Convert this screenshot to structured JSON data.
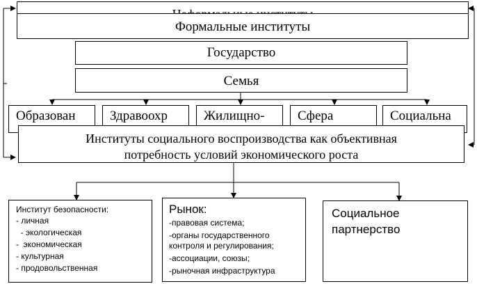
{
  "diagram": {
    "informal_institutions": "Неформальные институты",
    "formal_institutions": "Формальные институты",
    "state": "Государство",
    "family": "Семья",
    "sectors": [
      "Образован",
      "Здравоохр",
      "Жилищно-",
      "Сфера",
      "Социальна"
    ],
    "reproduction_line1": "Институты социального воспроизводства как объективная",
    "reproduction_line2": "потребность условий экономического роста",
    "security": {
      "title": "Институт безопасности:",
      "items": [
        "- личная",
        "  - экологическая",
        "-  экономическая",
        "- культурная",
        "- продовольственная"
      ]
    },
    "market": {
      "title": "Рынок:",
      "items": [
        "-правовая система;",
        "-органы государственного",
        "контроля и регулирования;",
        "-ассоциации, союзы;",
        "-рыночная инфраструктура"
      ]
    },
    "partnership": {
      "line1": "Социальное",
      "line2": "партнерство"
    }
  }
}
